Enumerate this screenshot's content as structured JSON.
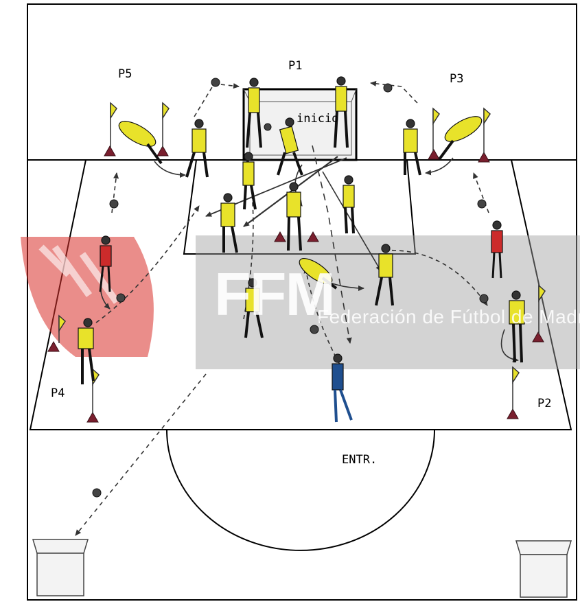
{
  "labels": {
    "p1": "P1",
    "p2": "P2",
    "p3": "P3",
    "p4": "P4",
    "p5": "P5",
    "inicio": "inicio",
    "coach": "ENTR."
  },
  "watermark": {
    "logo": "FFM",
    "text": "Federación de Fútbol de Madrid"
  },
  "colors": {
    "goalkeeper_jersey": "#e8e22a",
    "field_player_jersey": "#cc2b2b",
    "coach_jersey": "#1f4f8f",
    "cone": "#7a1f2e",
    "flag": "#e8e22a",
    "line": "#000000",
    "watermark_band": "#9e9e9e",
    "crest_red": "#d9302a"
  },
  "icons": [
    "ball-icon",
    "cone-icon",
    "flag-icon",
    "goalkeeper-figure",
    "player-figure",
    "coach-figure",
    "ball-box-icon",
    "pass-arrow",
    "movement-arrow"
  ]
}
